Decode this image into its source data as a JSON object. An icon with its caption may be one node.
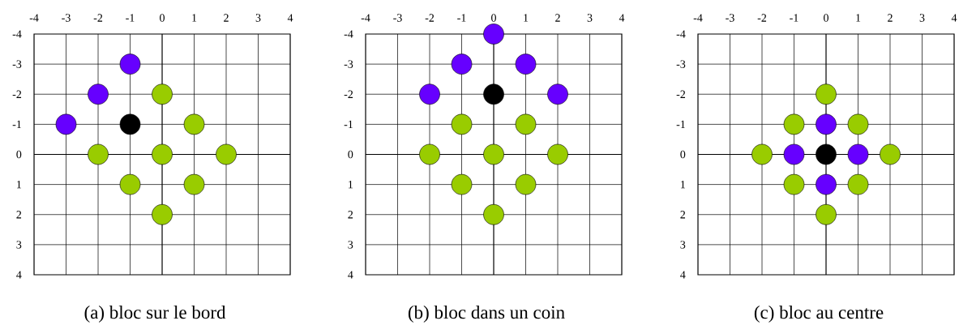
{
  "diagram": {
    "nodes": [
      {
        "text": [],
        "shape": "box",
        "beside": [
          "(a) bloc sur le bord"
        ]
      },
      {
        "text": [],
        "shape": "box",
        "beside": [
          "(b) bloc dans un coin"
        ]
      },
      {
        "text": [],
        "shape": "box",
        "beside": [
          "(c) bloc au centre"
        ]
      }
    ],
    "labels": [
      "-4",
      "-3",
      "-2",
      "-1",
      "0",
      "1",
      "2",
      "3",
      "4",
      "-4",
      "-3",
      "-2",
      "-1",
      "0",
      "1",
      "2",
      "3",
      "4",
      "-4",
      "-3",
      "-2",
      "-1",
      "0",
      "1",
      "2",
      "3",
      "4",
      "-4",
      "-3",
      "-2",
      "-1",
      "0",
      "1",
      "2",
      "3",
      "4",
      "-4",
      "-3",
      "-2",
      "-1",
      "0",
      "1",
      "2",
      "3",
      "4",
      "-4",
      "-3",
      "-2",
      "-1",
      "0",
      "1",
      "2",
      "3",
      "4"
    ]
  }
}
